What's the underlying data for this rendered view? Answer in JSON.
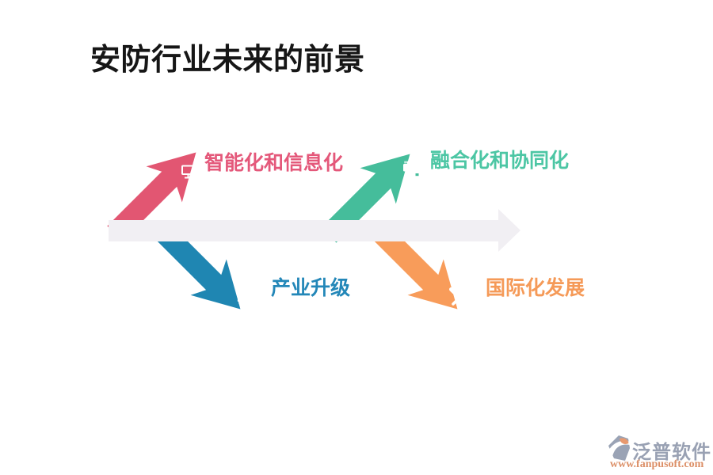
{
  "page": {
    "background": "#ffffff"
  },
  "title": {
    "text": "安防行业未来的前景",
    "color": "#161616"
  },
  "timeline": {
    "bar_color": "#f1eff3",
    "direction": "right"
  },
  "items": [
    {
      "label": "智能化和信息化",
      "direction": "up",
      "label_color": "#e4587a",
      "arrow_color": "#e25672",
      "icon": "cloud-computing-icon"
    },
    {
      "label": "融合化和协同化",
      "direction": "up",
      "label_color": "#4cc6a4",
      "arrow_color": "#45bd9b",
      "icon": "usb-cable-icon"
    },
    {
      "label": "产业升级",
      "direction": "down",
      "label_color": "#2387b8",
      "arrow_color": "#1f86b2",
      "icon": "gears-icon"
    },
    {
      "label": "国际化发展",
      "direction": "down",
      "label_color": "#f59a58",
      "arrow_color": "#f89c5a",
      "icon": "tools-icon"
    }
  ],
  "watermark": {
    "brand": "泛普软件",
    "brand_color": "#99a1b3",
    "url": "www.fanpusoft.com",
    "url_color": "#dc8f67",
    "logo_color": "#9aa3b5",
    "logo_accent_color": "#e8996f"
  }
}
